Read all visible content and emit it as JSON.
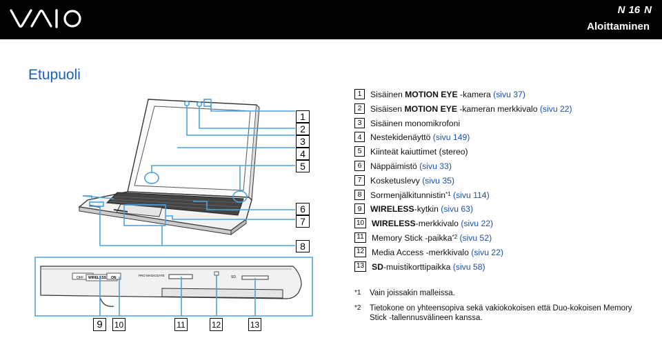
{
  "header": {
    "brand": "VAIO",
    "page_number": "16",
    "section": "Aloittaminen",
    "nav_prev_label": "N",
    "nav_next_label": "N"
  },
  "page_title": "Etupuoli",
  "figure": {
    "description_labels": [
      "1",
      "2",
      "3",
      "4",
      "5",
      "6",
      "7",
      "8",
      "9",
      "10",
      "11",
      "12",
      "13"
    ],
    "side_panel_labels": {
      "off": "OFF",
      "wireless": "WIRELESS",
      "on": "ON",
      "pro_magicgate": "PRO MAGICGATE",
      "sd": "SD"
    }
  },
  "legend": [
    {
      "num": "1",
      "parts": [
        {
          "t": "Sisäinen ",
          "s": ""
        },
        {
          "t": "MOTION EYE",
          "s": "strong"
        },
        {
          "t": " -kamera ",
          "s": ""
        },
        {
          "t": "(sivu 37)",
          "s": "link"
        }
      ]
    },
    {
      "num": "2",
      "parts": [
        {
          "t": "Sisäisen ",
          "s": ""
        },
        {
          "t": "MOTION EYE",
          "s": "strong"
        },
        {
          "t": " -kameran merkkivalo ",
          "s": ""
        },
        {
          "t": "(sivu 22)",
          "s": "link"
        }
      ]
    },
    {
      "num": "3",
      "parts": [
        {
          "t": "Sisäinen monomikrofoni",
          "s": ""
        }
      ]
    },
    {
      "num": "4",
      "parts": [
        {
          "t": "Nestekidenäyttö ",
          "s": ""
        },
        {
          "t": "(sivu 149)",
          "s": "link"
        }
      ]
    },
    {
      "num": "5",
      "parts": [
        {
          "t": "Kiinteät kaiuttimet (stereo)",
          "s": ""
        }
      ]
    },
    {
      "num": "6",
      "parts": [
        {
          "t": "Näppäimistö ",
          "s": ""
        },
        {
          "t": "(sivu 33)",
          "s": "link"
        }
      ]
    },
    {
      "num": "7",
      "parts": [
        {
          "t": "Kosketuslevy ",
          "s": ""
        },
        {
          "t": "(sivu 35)",
          "s": "link"
        }
      ]
    },
    {
      "num": "8",
      "parts": [
        {
          "t": "Sormenjälkitunnistin",
          "s": ""
        },
        {
          "t": "*1",
          "s": "sup"
        },
        {
          "t": " ",
          "s": ""
        },
        {
          "t": "(sivu 114)",
          "s": "link"
        }
      ]
    },
    {
      "num": "9",
      "parts": [
        {
          "t": "WIRELESS",
          "s": "strong"
        },
        {
          "t": "-kytkin ",
          "s": ""
        },
        {
          "t": "(sivu 63)",
          "s": "link"
        }
      ]
    },
    {
      "num": "10",
      "parts": [
        {
          "t": "WIRELESS",
          "s": "strong"
        },
        {
          "t": "-merkkivalo ",
          "s": ""
        },
        {
          "t": "(sivu 22)",
          "s": "link"
        }
      ]
    },
    {
      "num": "11",
      "parts": [
        {
          "t": "Memory Stick -paikka",
          "s": ""
        },
        {
          "t": "*2",
          "s": "sup"
        },
        {
          "t": " ",
          "s": ""
        },
        {
          "t": "(sivu 52)",
          "s": "link"
        }
      ]
    },
    {
      "num": "12",
      "parts": [
        {
          "t": "Media Access -merkkivalo ",
          "s": ""
        },
        {
          "t": "(sivu 22)",
          "s": "link"
        }
      ]
    },
    {
      "num": "13",
      "parts": [
        {
          "t": "SD",
          "s": "strong"
        },
        {
          "t": "-muistikorttipaikka ",
          "s": ""
        },
        {
          "t": "(sivu 58)",
          "s": "link"
        }
      ]
    }
  ],
  "footnotes": [
    {
      "mark": "*1",
      "text": "Vain joissakin malleissa."
    },
    {
      "mark": "*2",
      "text": "Tietokone on yhteensopiva sekä vakiokokoisen että Duo-kokoisen Memory Stick -tallennusvälineen kanssa."
    }
  ],
  "colors": {
    "header_bg": "#000000",
    "title_blue": "#1b5fb8",
    "link_blue": "#1b4fb0",
    "callout_blue": "#4aa3df"
  }
}
